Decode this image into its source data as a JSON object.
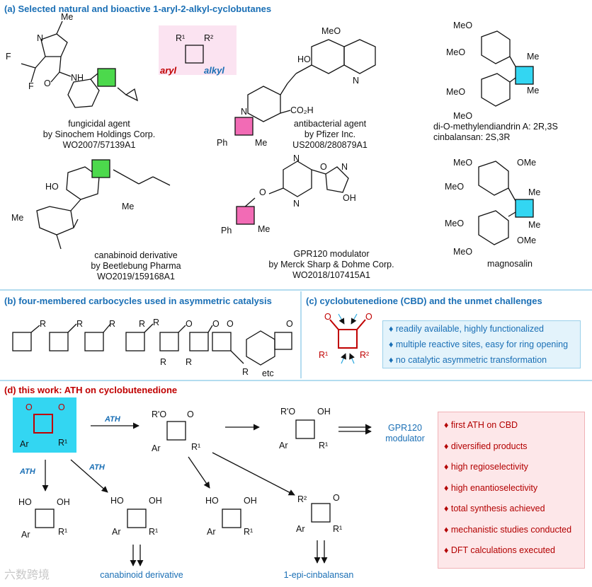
{
  "sections": {
    "a": "(a) Selected natural and bioactive 1-aryl-2-alkyl-cyclobutanes",
    "b": "(b) four-membered carbocycles used in asymmetric catalysis",
    "c": "(c) cyclobutenedione (CBD) and the unmet challenges",
    "d": "(d) this work: ATH on cyclobutenedione"
  },
  "compounds": {
    "fungicidal": [
      "fungicidal agent",
      "by Sinochem Holdings Corp.",
      "WO2007/57139A1"
    ],
    "antibacterial": [
      "antibacterial agent",
      "by Pfizer Inc.",
      "US2008/280879A1"
    ],
    "diO": [
      "di-O-methylendiandrin A: 2R,3S",
      "cinbalansan: 2S,3R"
    ],
    "canabinoid": [
      "canabinoid derivative",
      "by Beetlebung Pharma",
      "WO2019/159168A1"
    ],
    "gpr": [
      "GPR120 modulator",
      "by Merck Sharp & Dohme Corp.",
      "WO2018/107415A1"
    ],
    "magnosalin": "magnosalin"
  },
  "motif": {
    "r1": "R¹",
    "r2": "R²",
    "aryl": "aryl",
    "alkyl": "alkyl"
  },
  "challenges": [
    "♦ readily available, highly functionalized",
    "♦ multiple reactive sites, easy for ring opening",
    "♦ no catalytic asymmetric transformation"
  ],
  "features": [
    "♦ first ATH on CBD",
    "♦ diversified products",
    "♦ high regioselectivity",
    "♦ high enantioselectivity",
    "♦ total synthesis achieved",
    "♦ mechanistic studies conducted",
    "♦ DFT calculations executed"
  ],
  "labels": {
    "ath": "ATH",
    "gpr_target": [
      "GPR120",
      "modulator"
    ],
    "canabinoid_target": "canabinoid derivative",
    "epi": "1-epi-cinbalansan",
    "etc": "etc",
    "watermark": "六数跨境"
  },
  "atoms": {
    "ar": "Ar",
    "r1": "R¹",
    "r2": "R²",
    "ro": "R'O",
    "ho": "HO",
    "oh": "OH",
    "o": "O",
    "me": "Me",
    "meo": "MeO",
    "ome": "OMe",
    "ph": "Ph",
    "r": "R",
    "n": "N",
    "nh": "NH",
    "co2h": "CO₂H",
    "f": "F",
    "hexyl_end": "Me"
  },
  "colors": {
    "blue": "#1a6fb5",
    "red": "#c00000",
    "green": "#4cd94c",
    "pink": "#f26bb5",
    "cyan": "#33d6f2",
    "callout": "#e3f3fb",
    "feature_bg": "#fde7e9"
  }
}
